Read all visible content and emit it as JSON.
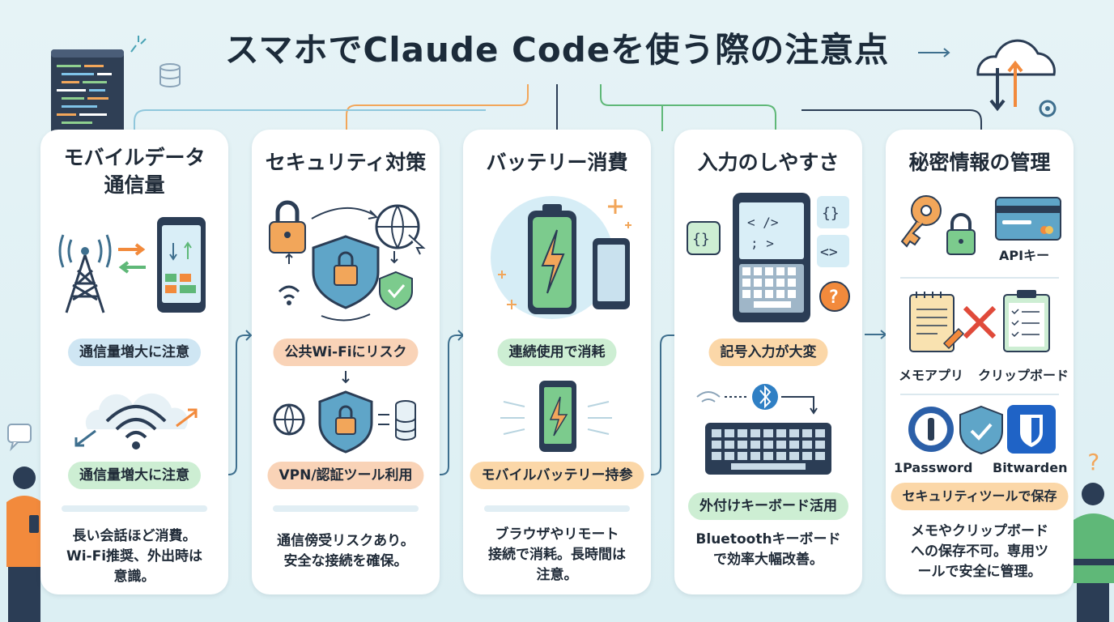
{
  "title": "スマホでClaude Codeを使う際の注意点",
  "cards": [
    {
      "title": "モバイルデータ通信量",
      "title_line1": "モバイルデータ",
      "title_line2": "通信量",
      "pill1": "通信量増大に注意",
      "pill2": "通信量増大に注意",
      "desc": [
        "長い会話ほど消費。",
        "Wi-Fi推奨、外出時は",
        "意識。"
      ]
    },
    {
      "title": "セキュリティ対策",
      "pill1": "公共Wi-Fiにリスク",
      "pill2": "VPN/認証ツール利用",
      "desc": [
        "通信傍受リスクあり。",
        "安全な接続を確保。"
      ]
    },
    {
      "title": "バッテリー消費",
      "pill1": "連続使用で消耗",
      "pill2": "モバイルバッテリー持参",
      "desc": [
        "ブラウザやリモート",
        "接続で消耗。長時間は",
        "注意。"
      ]
    },
    {
      "title": "入力のしやすさ",
      "pill1": "記号入力が大変",
      "pill2": "外付けキーボード活用",
      "desc": [
        "Bluetoothキーボード",
        "で効率大幅改善。"
      ]
    },
    {
      "title": "秘密情報の管理",
      "api_label": "APIキー",
      "memo_label": "メモアプリ",
      "clip_label": "クリップボード",
      "pw1_label": "1Password",
      "pw2_label": "Bitwarden",
      "pill": "セキュリティツールで保存",
      "desc": [
        "メモやクリップボード",
        "への保存不可。専用ツ",
        "ールで安全に管理。"
      ]
    }
  ],
  "colors": {
    "accent_blue": "#3e6f8e",
    "accent_green": "#5fb878",
    "accent_orange": "#f28a3c",
    "navy": "#2b3d55"
  },
  "icons": [
    "cell-tower-icon",
    "phone-icon",
    "wifi-icon",
    "lock-icon",
    "shield-icon",
    "globe-icon",
    "battery-icon",
    "bluetooth-icon",
    "keyboard-icon",
    "key-icon",
    "credit-card-icon",
    "memo-icon",
    "clipboard-icon",
    "cross-icon"
  ]
}
